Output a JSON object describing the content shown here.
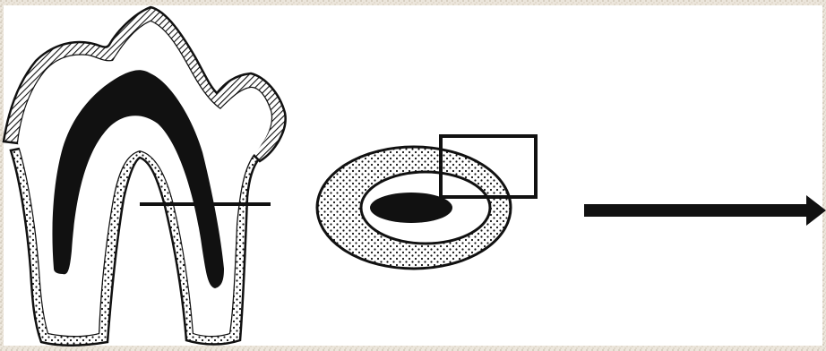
{
  "diagram": {
    "panels": [
      "tooth-longitudinal-section",
      "tooth-cross-section",
      "direction-arrow"
    ],
    "colors": {
      "paper": "#ffffff",
      "border_texture": "#d9d1c4",
      "ink": "#111111",
      "pulp": "#111111"
    },
    "icons": {
      "section_line": "horizontal-section-line",
      "zoom_box": "magnify-rectangle",
      "arrow": "right-arrow"
    }
  }
}
